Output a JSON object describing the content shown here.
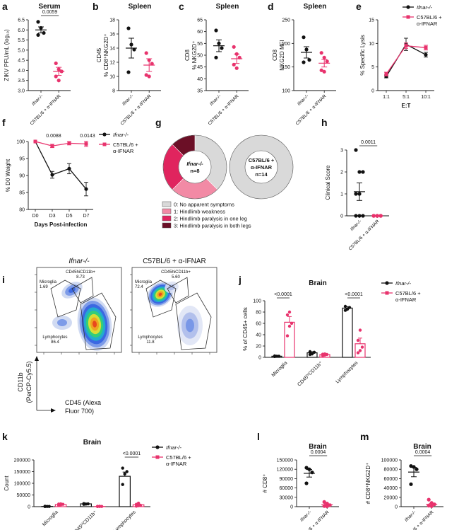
{
  "colors": {
    "black": "#111111",
    "pink": "#e8336d",
    "donut": [
      "#d9d9d9",
      "#f28aa5",
      "#e0245e",
      "#6b0f26"
    ]
  },
  "flow": {
    "title_left": "Ifnar-/-",
    "title_right": "C57BL/6 + α-IFNAR",
    "gates_left": [
      {
        "label": "CD45hiCD11b+",
        "value": "8.73"
      },
      {
        "label": "Microglia",
        "value": "1.69"
      },
      {
        "label": "Lymphocytes",
        "value": "86.4"
      }
    ],
    "gates_right": [
      {
        "label": "CD45hiCD11b+",
        "value": "5.60"
      },
      {
        "label": "Microglia",
        "value": "72.4"
      },
      {
        "label": "Lymphocytes",
        "value": "11.8"
      }
    ],
    "y_label_1": "CD11b",
    "y_label_2": "(PerCP-Cy5.5)",
    "x_label_1": "CD45 (Alexa",
    "x_label_2": "Fluor 700)"
  },
  "chart_data": [
    {
      "panel": "a",
      "type": "scatter",
      "title": "Serum",
      "ylabel": "ZIKV PFU/mL (log10)",
      "ylim": [
        3.0,
        6.5
      ],
      "yticks": [
        "3.0",
        "3.5",
        "4.0",
        "4.5",
        "5.0",
        "5.5",
        "6.0",
        "6.5"
      ],
      "categories": [
        "Ifnar-/-",
        "C57BL/6 + α-IFNAR"
      ],
      "series": [
        {
          "name": "Ifnar-/-",
          "points": [
            6.4,
            6.1,
            5.85,
            5.75
          ],
          "mean": 6.0,
          "sem": 0.15
        },
        {
          "name": "C57BL/6 + α-IFNAR",
          "points": [
            4.35,
            4.05,
            3.95,
            3.7,
            3.5
          ],
          "mean": 3.95,
          "sem": 0.2
        }
      ],
      "pvalue": "0.0059"
    },
    {
      "panel": "b",
      "type": "scatter",
      "title": "Spleen",
      "ylabel": "% CD45+ CD8+NKG2D+",
      "ylim": [
        8,
        18
      ],
      "yticks": [
        "8",
        "10",
        "12",
        "14",
        "16",
        "18"
      ],
      "categories": [
        "Ifnar-/-",
        "C57BL/6 + α-IFNAR"
      ],
      "series": [
        {
          "name": "Ifnar-/-",
          "points": [
            16.8,
            14.5,
            13.8,
            10.6
          ],
          "mean": 14.0,
          "sem": 1.4
        },
        {
          "name": "C57BL/6 + α-IFNAR",
          "points": [
            13.3,
            12.3,
            11.8,
            10.2,
            10.0
          ],
          "mean": 11.6,
          "sem": 0.9
        }
      ]
    },
    {
      "panel": "c",
      "type": "scatter",
      "title": "Spleen",
      "ylabel": "CD8 % NKG2D+",
      "ylim": [
        35,
        65
      ],
      "yticks": [
        "35",
        "40",
        "45",
        "50",
        "55",
        "60",
        "65"
      ],
      "categories": [
        "Ifnar-/-",
        "C57BL/6 + α-IFNAR"
      ],
      "series": [
        {
          "name": "Ifnar-/-",
          "points": [
            60.5,
            55.0,
            53.0,
            49.0
          ],
          "mean": 54.0,
          "sem": 2.5
        },
        {
          "name": "C57BL/6 + α-IFNAR",
          "points": [
            53.5,
            50.5,
            49.0,
            46.0,
            44.5
          ],
          "mean": 48.5,
          "sem": 2.0
        }
      ]
    },
    {
      "panel": "d",
      "type": "scatter",
      "title": "Spleen",
      "ylabel": "CD8 NKG2D MFI",
      "ylim": [
        100,
        250
      ],
      "yticks": [
        "100",
        "150",
        "200",
        "250"
      ],
      "categories": [
        "Ifnar-/-",
        "C57BL/6 + α-IFNAR"
      ],
      "series": [
        {
          "name": "Ifnar-/-",
          "points": [
            213,
            187,
            165,
            160
          ],
          "mean": 181,
          "sem": 12
        },
        {
          "name": "C57BL/6 + α-IFNAR",
          "points": [
            180,
            170,
            162,
            143,
            140
          ],
          "mean": 158,
          "sem": 8
        }
      ]
    },
    {
      "panel": "e",
      "type": "line",
      "xlabel": "E:T",
      "ylabel": "% Specific Lysis",
      "categories": [
        "1:1",
        "5:1",
        "10:1"
      ],
      "ylim": [
        0,
        15
      ],
      "yticks": [
        "0",
        "5",
        "10",
        "15"
      ],
      "series": [
        {
          "name": "Ifnar-/-",
          "values": [
            3.0,
            9.8,
            7.6
          ],
          "sem": [
            0.3,
            1.3,
            0.5
          ]
        },
        {
          "name": "C57BL/6 + α-IFNAR",
          "values": [
            3.5,
            9.5,
            9.1
          ],
          "sem": [
            0.4,
            0.6,
            0.5
          ]
        }
      ]
    },
    {
      "panel": "f",
      "type": "line",
      "xlabel": "Days Post-infection",
      "ylabel": "% D0 Weight",
      "categories": [
        "D0",
        "D3",
        "D5",
        "D7"
      ],
      "ylim": [
        80,
        100
      ],
      "yticks": [
        "80",
        "85",
        "90",
        "95",
        "100"
      ],
      "series": [
        {
          "name": "Ifnar-/-",
          "values": [
            100,
            90.2,
            92.0,
            86.0
          ],
          "sem": [
            0,
            1.0,
            1.5,
            2.0
          ]
        },
        {
          "name": "C57BL/6 + α-IFNAR",
          "values": [
            100,
            98.7,
            99.5,
            99.3
          ],
          "sem": [
            0,
            0.5,
            0.5,
            0.8
          ]
        }
      ],
      "pvalues": [
        {
          "label": "0.0088",
          "at": "D3"
        },
        {
          "label": "0.0143",
          "at": "D7"
        }
      ]
    },
    {
      "panel": "g",
      "type": "pie",
      "charts": [
        {
          "label_1": "Ifnar-/-",
          "label_2": "n=8",
          "values": [
            3,
            2,
            2,
            1
          ]
        },
        {
          "label_1": "C57BL/6 +",
          "label_2": "α-IFNAR",
          "label_3": "n=14",
          "values": [
            14,
            0,
            0,
            0
          ]
        }
      ],
      "legend": [
        "0: No apparent symptoms",
        "1: Hindlimb weakness",
        "2: Hindlimb paralysis in one leg",
        "3: Hindlimb paralysis in both legs"
      ]
    },
    {
      "panel": "h",
      "type": "scatter",
      "ylabel": "Clinical Score",
      "ylim": [
        0,
        3
      ],
      "yticks": [
        "0",
        "1",
        "2",
        "3"
      ],
      "categories": [
        "Ifnar-/-",
        "C57BL/6 + α-IFNAR"
      ],
      "series": [
        {
          "name": "Ifnar-/-",
          "points": [
            3,
            2,
            2,
            1,
            1,
            0,
            0,
            0
          ],
          "mean": 1.1,
          "sem": 0.4
        },
        {
          "name": "C57BL/6 + α-IFNAR",
          "points": [
            0,
            0,
            0,
            0,
            0,
            0,
            0,
            0,
            0,
            0,
            0,
            0,
            0,
            0
          ],
          "mean": 0,
          "sem": 0
        }
      ],
      "pvalue": "0.0011"
    },
    {
      "panel": "j",
      "type": "bar",
      "title": "Brain",
      "ylabel": "% of CD45+ cells",
      "ylim": [
        0,
        100
      ],
      "yticks": [
        "0",
        "20",
        "40",
        "60",
        "80",
        "100"
      ],
      "categories": [
        "Microglia",
        "CD45hiCD11b+",
        "Lymphocytes"
      ],
      "series": [
        {
          "name": "Ifnar-/-",
          "values": [
            2,
            8,
            87
          ],
          "sem": [
            0.5,
            2,
            2.5
          ],
          "points": [
            [
              1.5,
              2,
              2,
              2.5
            ],
            [
              5,
              6,
              9,
              10
            ],
            [
              83,
              85,
              88,
              90
            ]
          ]
        },
        {
          "name": "C57BL/6 + α-IFNAR",
          "values": [
            62,
            5,
            24
          ],
          "sem": [
            10,
            1,
            10
          ],
          "points": [
            [
              38,
              55,
              60,
              75,
              80
            ],
            [
              3,
              4,
              5,
              5.5,
              6
            ],
            [
              8,
              12,
              18,
              30,
              48
            ]
          ]
        }
      ],
      "pvalues": [
        {
          "label": "<0.0001",
          "at": "Microglia"
        },
        {
          "label": "<0.0001",
          "at": "Lymphocytes"
        }
      ]
    },
    {
      "panel": "k",
      "type": "bar",
      "title": "Brain",
      "ylabel": "Count",
      "ylim": [
        0,
        200000
      ],
      "yticks": [
        "0",
        "50000",
        "100000",
        "150000",
        "200000"
      ],
      "categories": [
        "Microglia",
        "CD45hiCD11b+",
        "Lymphocytes"
      ],
      "series": [
        {
          "name": "Ifnar-/-",
          "values": [
            1000,
            12000,
            130000
          ],
          "sem": [
            300,
            1000,
            18000
          ],
          "points": [
            [
              500,
              800,
              1000,
              1500
            ],
            [
              10000,
              11000,
              12000,
              13000
            ],
            [
              95000,
              140000,
              150000,
              165000
            ]
          ]
        },
        {
          "name": "C57BL/6 + α-IFNAR",
          "values": [
            9000,
            1000,
            8000
          ],
          "sem": [
            2000,
            300,
            3000
          ],
          "points": [
            [
              5000,
              8000,
              10000,
              11000,
              12000
            ],
            [
              500,
              800,
              1000,
              1200,
              1500
            ],
            [
              2000,
              4000,
              6000,
              10000,
              15000
            ]
          ]
        }
      ],
      "pvalues": [
        {
          "label": "<0.0001",
          "at": "Lymphocytes"
        }
      ]
    },
    {
      "panel": "l",
      "type": "scatter",
      "title": "Brain",
      "ylabel": "# CD8+",
      "ylim": [
        0,
        150000
      ],
      "yticks": [
        "0",
        "30000",
        "60000",
        "90000",
        "120000",
        "150000"
      ],
      "categories": [
        "Ifnar-/-",
        "C57BL/6 + α-IFNAR"
      ],
      "series": [
        {
          "name": "Ifnar-/-",
          "points": [
            125000,
            120000,
            110000,
            75000
          ],
          "mean": 107000,
          "sem": 12000
        },
        {
          "name": "C57BL/6 + α-IFNAR",
          "points": [
            15000,
            10000,
            5000,
            2000,
            1000
          ],
          "mean": 6000,
          "sem": 2500
        }
      ],
      "pvalue": "0.0004"
    },
    {
      "panel": "m",
      "type": "scatter",
      "title": "Brain",
      "ylabel": "# CD8+NKG2D+",
      "ylim": [
        0,
        100000
      ],
      "yticks": [
        "0",
        "20000",
        "40000",
        "60000",
        "80000",
        "100000"
      ],
      "categories": [
        "Ifnar-/-",
        "C57BL/6 + α-IFNAR"
      ],
      "series": [
        {
          "name": "Ifnar-/-",
          "points": [
            87000,
            85000,
            80000,
            48000
          ],
          "mean": 74000,
          "sem": 10000
        },
        {
          "name": "C57BL/6 + α-IFNAR",
          "points": [
            15000,
            8000,
            5000,
            2000,
            1000
          ],
          "mean": 5000,
          "sem": 2000
        }
      ],
      "pvalue": "0.0004"
    }
  ]
}
